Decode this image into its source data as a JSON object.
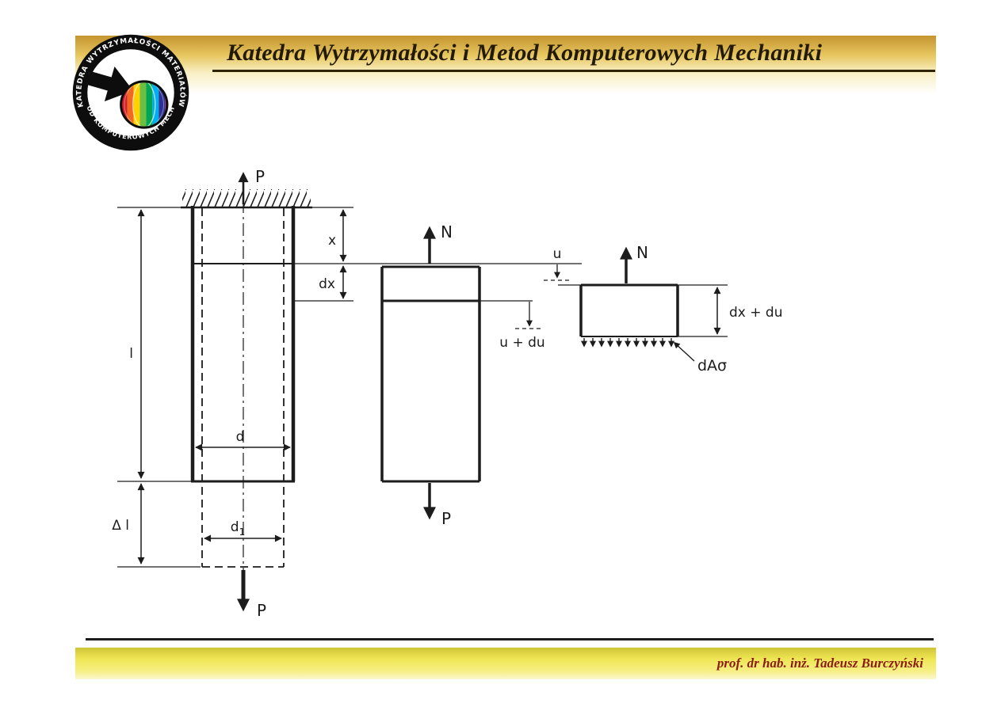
{
  "colors": {
    "ink": "#1c1c1c",
    "header_gold_top": "#c49430",
    "header_gold_mid": "#e7c760",
    "header_gold_bottom": "#f8eec2",
    "header_rule": "#2e2408",
    "separator": "#1c1c1c",
    "footer_band_top": "#cfc436",
    "footer_band_mid": "#efe654",
    "footer_band_bottom": "#fbf7d0",
    "footer_text": "#8b1d12"
  },
  "header": {
    "title": "Katedra Wytrzymałości i Metod Komputerowych Mechaniki"
  },
  "logo": {
    "arc_text_top": "KATEDRA WYTRZYMAŁOŚCI MATERIAŁÓW",
    "arc_text_bottom": "I METOD KOMPUTEROWYCH MECHANIKI"
  },
  "footer": {
    "credit": "prof. dr hab. inż. Tadeusz Burczyński"
  },
  "diagram": {
    "labels": {
      "p_top": "P",
      "p_bottom": "P",
      "n_segment": "N",
      "p_segment": "P",
      "n_element": "N",
      "x": "x",
      "dx": "dx",
      "l": "l",
      "d": "d",
      "delta_l": "Δ l",
      "d1_base": "d",
      "d1_sub": "1",
      "u": "u",
      "u_plus_du": "u + du",
      "dx_plus_du": "dx + du",
      "da_sigma": "dAσ"
    }
  }
}
